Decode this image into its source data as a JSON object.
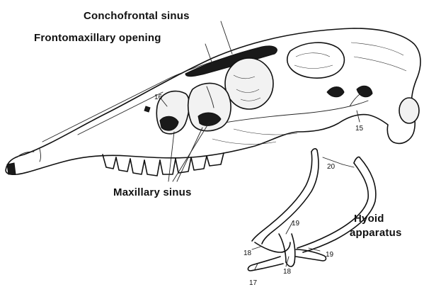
{
  "labels": {
    "conchofrontal": "Conchofrontal sinus",
    "frontomaxillary": "Frontomaxillary opening",
    "maxillary": "Maxillary sinus",
    "hyoid_line1": "Hyoid",
    "hyoid_line2": "apparatus"
  },
  "numbers": {
    "n16": "16",
    "n15": "15",
    "n20": "20",
    "n19a": "19",
    "n19b": "19",
    "n18a": "18",
    "n18b": "18",
    "n17": "17"
  }
}
